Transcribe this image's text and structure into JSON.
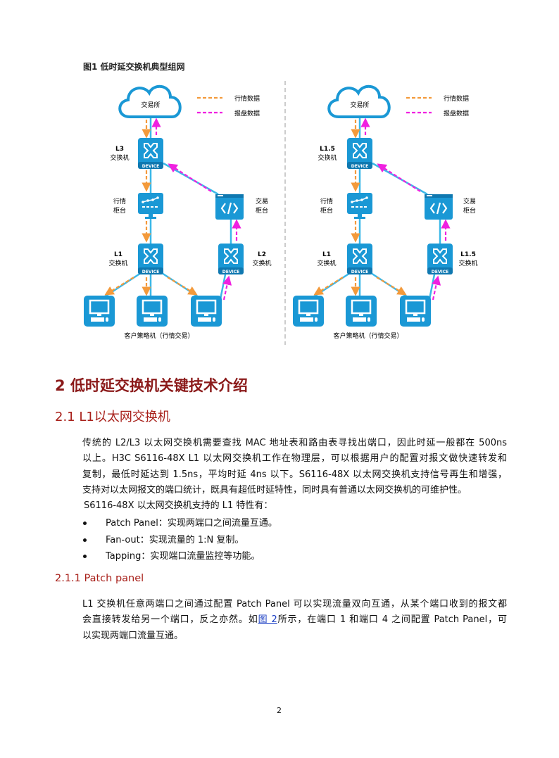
{
  "figure": {
    "title": "图1 低时延交换机典型组网",
    "legend": {
      "market": "行情数据",
      "order": "报盘数据"
    },
    "colors": {
      "market": "#f39a3b",
      "order": "#f020e0",
      "device": "#1a98d5",
      "link": "#3bb8e8"
    },
    "device_label": "DEVICE",
    "left": {
      "cloud": "交易所",
      "top_switch": [
        "L3",
        "交换机"
      ],
      "market_counter": [
        "行情",
        "柜台"
      ],
      "trade_counter": [
        "交易",
        "柜台"
      ],
      "left_switch": [
        "L1",
        "交换机"
      ],
      "right_switch": [
        "L2",
        "交换机"
      ],
      "caption": "客户策略机（行情交易）"
    },
    "right": {
      "cloud": "交易所",
      "top_switch": [
        "L1.5",
        "交换机"
      ],
      "market_counter": [
        "行情",
        "柜台"
      ],
      "trade_counter": [
        "交易",
        "柜台"
      ],
      "left_switch": [
        "L1",
        "交换机"
      ],
      "right_switch": [
        "L1.5",
        "交换机"
      ],
      "caption": "客户策略机（行情交易）"
    }
  },
  "section2": {
    "title": "2  低时延交换机关键技术介绍"
  },
  "section21": {
    "title": "2.1  L1以太网交换机",
    "para_lines": [
      "传统的 L2/L3 以太网交换机需要查找 MAC 地址表和路由表寻找出端口，因此时延一般都在 500ns",
      "以上。H3C S6116-48X L1 以太网交换机工作在物理层，可以根据用户的配置对报文做快速转发和",
      "复制，最低时延达到 1.5ns，平均时延 4ns 以下。S6116-48X 以太网交换机支持信号再生和增强，",
      "支持对以太网报文的端口统计，既具有超低时延特性，同时具有普通以太网交换机的可维护性。"
    ],
    "features_intro": "S6116-48X 以太网交换机支持的 L1 特性有：",
    "bullets": [
      "Patch Panel：实现两端口之间流量互通。",
      "Fan-out：实现流量的 1:N 复制。",
      "Tapping：实现端口流量监控等功能。"
    ]
  },
  "section211": {
    "title": "2.1.1  Patch panel",
    "line1": "L1 交换机任意两端口之间通过配置 Patch Panel 可以实现流量双向互通，从某个端口收到的报文都",
    "line2_pre": "会直接转发给另一个端口，反之亦然。如",
    "line2_link": "图 2",
    "line2_post": "所示，在端口 1 和端口 4 之间配置 Patch Panel，可",
    "line3": "以实现两端口流量互通。"
  },
  "page_number": "2"
}
